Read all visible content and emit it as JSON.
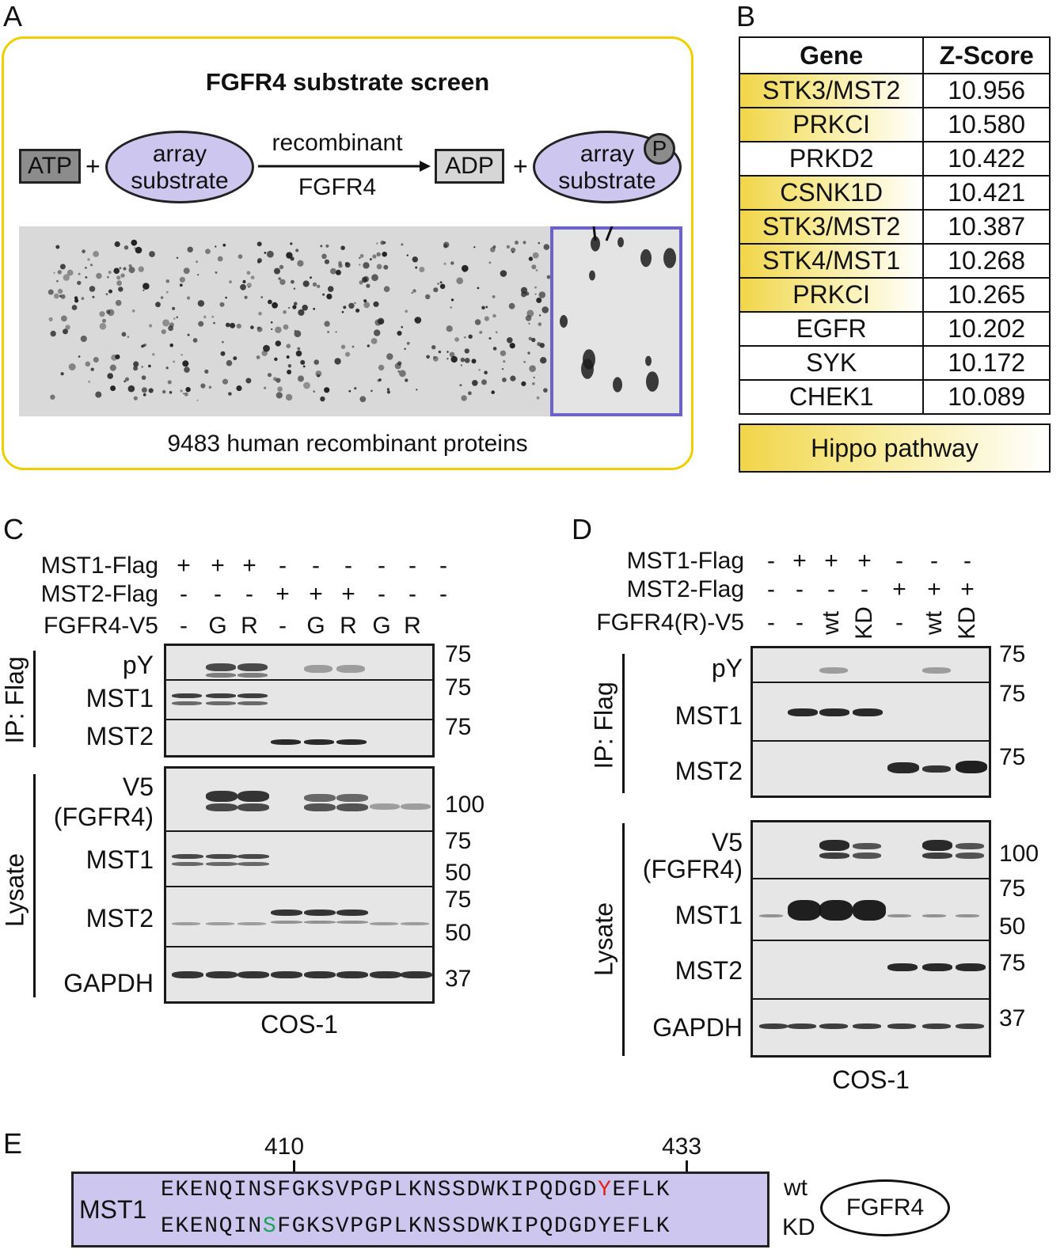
{
  "panels": {
    "A": "A",
    "B": "B",
    "C": "C",
    "D": "D",
    "E": "E"
  },
  "panelA": {
    "title": "FGFR4 substrate screen",
    "atp": "ATP",
    "adp": "ADP",
    "plus": "+",
    "substrate_line1": "array",
    "substrate_line2": "substrate",
    "arrow_top": "recombinant",
    "arrow_bottom": "FGFR4",
    "phospho": "P",
    "caption": "9483 human recombinant proteins",
    "colors": {
      "border": "#f0cf00",
      "ellipse": "#cdc6ef",
      "zoom_box": "#6b63c9"
    }
  },
  "panelB": {
    "headers": [
      "Gene",
      "Z-Score"
    ],
    "rows": [
      {
        "gene": "STK3/MST2",
        "z": "10.956",
        "hippo": true
      },
      {
        "gene": "PRKCI",
        "z": "10.580",
        "hippo": true
      },
      {
        "gene": "PRKD2",
        "z": "10.422",
        "hippo": false
      },
      {
        "gene": "CSNK1D",
        "z": "10.421",
        "hippo": true
      },
      {
        "gene": "STK3/MST2",
        "z": "10.387",
        "hippo": true
      },
      {
        "gene": "STK4/MST1",
        "z": "10.268",
        "hippo": true
      },
      {
        "gene": "PRKCI",
        "z": "10.265",
        "hippo": true
      },
      {
        "gene": "EGFR",
        "z": "10.202",
        "hippo": false
      },
      {
        "gene": "SYK",
        "z": "10.172",
        "hippo": false
      },
      {
        "gene": "CHEK1",
        "z": "10.089",
        "hippo": false
      }
    ],
    "legend": "Hippo pathway"
  },
  "panelC": {
    "conditions": [
      {
        "label": "MST1-Flag",
        "values": [
          "+",
          "+",
          "+",
          "-",
          "-",
          "-",
          "-",
          "-",
          "-"
        ]
      },
      {
        "label": "MST2-Flag",
        "values": [
          "-",
          "-",
          "-",
          "+",
          "+",
          "+",
          "-",
          "-",
          "-"
        ]
      },
      {
        "label": "FGFR4-V5",
        "values": [
          "-",
          "G",
          "R",
          "-",
          "G",
          "R",
          "G",
          "R",
          ""
        ]
      }
    ],
    "blot_rows": {
      "pY": "pY",
      "MST1": "MST1",
      "MST2": "MST2",
      "V5": "V5",
      "FGFR4": "(FGFR4)",
      "GAPDH": "GAPDH"
    },
    "mw": {
      "m75": "75",
      "m100": "100",
      "m50": "50",
      "m37": "37"
    },
    "ip": "IP: Flag",
    "lysate": "Lysate",
    "cell": "COS-1"
  },
  "panelD": {
    "conditions": [
      {
        "label": "MST1-Flag",
        "values": [
          "-",
          "+",
          "+",
          "+",
          "-",
          "-",
          "-"
        ]
      },
      {
        "label": "MST2-Flag",
        "values": [
          "-",
          "-",
          "-",
          "-",
          "+",
          "+",
          "+"
        ]
      },
      {
        "label": "FGFR4(R)-V5",
        "values": [
          "-",
          "-",
          "wt",
          "KD",
          "-",
          "wt",
          "KD"
        ]
      }
    ],
    "blot_rows": {
      "pY": "pY",
      "MST1": "MST1",
      "MST2": "MST2",
      "V5": "V5",
      "FGFR4": "(FGFR4)",
      "GAPDH": "GAPDH"
    },
    "mw": {
      "m75": "75",
      "m100": "100",
      "m50": "50",
      "m37": "37"
    },
    "ip": "IP: Flag",
    "lysate": "Lysate",
    "cell": "COS-1"
  },
  "panelE": {
    "pos1": "410",
    "pos2": "433",
    "protein": "MST1",
    "wt_pre": "EKENQINSFGKSVPGPLKNSSDWKIPQDGD",
    "wt_mut": "Y",
    "wt_post": "EFLK",
    "kd_pre": "EKENQIN",
    "kd_mut": "S",
    "kd_post": "FGKSVPGPLKNSSDWKIPQDGDYEFLK",
    "wt": "wt",
    "kd": "KD",
    "kinase": "FGFR4",
    "colors": {
      "wt_mut": "#e0241b",
      "kd_mut": "#1aa35a"
    }
  }
}
